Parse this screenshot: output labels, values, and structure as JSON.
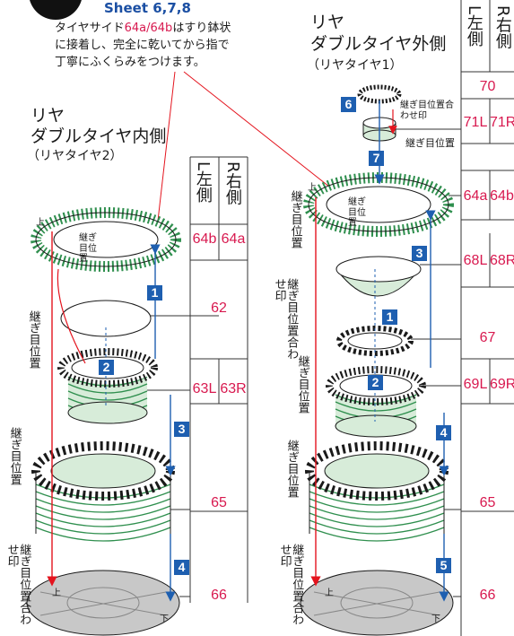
{
  "header": {
    "sheet": "Sheet 6,7,8",
    "note_pre": "タイヤサイド",
    "note_part": "64a/64b",
    "note_line1_post": "はすり鉢状",
    "note_line2": "に接着し、完全に乾いてから指で",
    "note_line3": "丁寧にふくらみをつけます。"
  },
  "inner": {
    "title1": "リヤ",
    "title2": "ダブルタイヤ内側",
    "subtitle": "（リヤタイヤ2）",
    "col_left": "L左側",
    "col_right": "R右側",
    "parts": {
      "p64b": "64b",
      "p64a": "64a",
      "p62": "62",
      "p63L": "63L",
      "p63R": "63R",
      "p65": "65",
      "p66": "66"
    },
    "steps": [
      "1",
      "2",
      "3",
      "4"
    ],
    "labels": {
      "seam_on_tire": "継ぎ目位置",
      "seam_side": "継ぎ目位置",
      "seam_side2": "継ぎ目位置",
      "align_mark": "継ぎ目位置合わせ印",
      "top": "上",
      "bottom": "下"
    }
  },
  "outer": {
    "title1": "リヤ",
    "title2": "ダブルタイヤ外側",
    "subtitle": "（リヤタイヤ1）",
    "col_left": "L左側",
    "col_right": "R右側",
    "parts": {
      "p70": "70",
      "p71L": "71L",
      "p71R": "71R",
      "p64a": "64a",
      "p64b": "64b",
      "p68L": "68L",
      "p68R": "68R",
      "p67": "67",
      "p69L": "69L",
      "p69R": "69R",
      "p65": "65",
      "p66": "66"
    },
    "steps": [
      "6",
      "7",
      "3",
      "1",
      "2",
      "4",
      "5"
    ],
    "labels": {
      "seam_top": "継ぎ目位置合わせ印",
      "seam_pos": "継ぎ目位置",
      "seam_on_tire": "継ぎ目位置",
      "seam_side": "継ぎ目位置",
      "align_mid": "継ぎ目位置合わせ印",
      "seam_lower": "継ぎ目位置",
      "seam_lower2": "継ぎ目位置",
      "align_mark": "継ぎ目位置合わせ印",
      "top": "上",
      "bottom": "下"
    }
  },
  "colors": {
    "part_number": "#d8194f",
    "step_badge": "#1e5fb0",
    "tread": "#2f8f4e",
    "arrow_red": "#e4141e",
    "arrow_blue": "#1e5fb0",
    "base_plate": "#c8c8c8"
  }
}
